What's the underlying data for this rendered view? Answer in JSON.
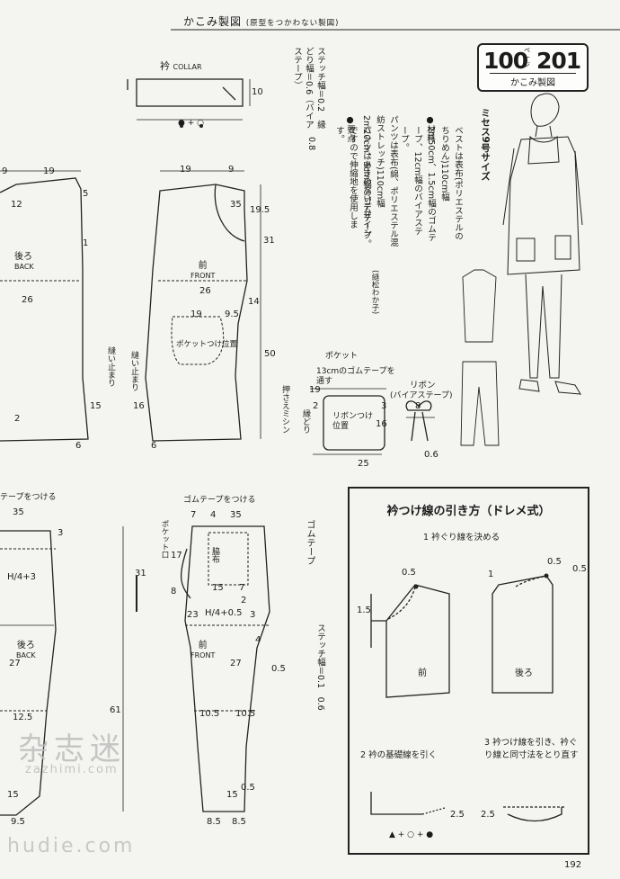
{
  "header": {
    "title": "かこみ製図",
    "subtitle": "(原型をつかわない製図)"
  },
  "badge": {
    "page_ref": "100",
    "page_unit": "ページ",
    "number": "201",
    "caption": "かこみ製図"
  },
  "size_label": "ミセス9号サイズ",
  "materials": {
    "heading": "●材料",
    "vest": "ベストは表布(ポリエステルのちりめん)110cm幅2m50cm、1.5cm幅のゴムテープ、12cm幅のバイアステープ。",
    "pants": "パンツは表布(綿、ポリエステル混紡ストレッチ)110cm幅2m20cm、3cm幅のゴムテープ。",
    "points_heading": "●要点",
    "points": "パンツはあきのないデザインですので伸縮地を使用します。",
    "credit": "(縫松わか子)"
  },
  "collar": {
    "label": "衿",
    "label_en": "COLLAR",
    "stitch_note": "ステッチ幅＝0.2　縁どり幅＝0.6（バイアステープ）",
    "stitch_note_short": "0.8",
    "height": "10",
    "length_marks": "● + ○"
  },
  "vest": {
    "back_label": "後ろ",
    "back_label_en": "BACK",
    "front_label": "前",
    "front_label_en": "FRONT",
    "side_note": "縫い止まり",
    "dims": [
      "9",
      "19",
      "19",
      "9",
      "12",
      "5",
      "35",
      "19.5",
      "1",
      "31",
      "26",
      "26",
      "14",
      "19",
      "9.5",
      "50",
      "15",
      "16",
      "2",
      "6",
      "6"
    ]
  },
  "pocket": {
    "label": "ポケット",
    "label_on_vest": "ポケットつけ位置",
    "elastic_note": "13cmのゴムテープを通す",
    "press_note": "押さえミシン",
    "edge_note": "縁どり",
    "position_note": "リボンつけ位置",
    "dims": [
      "19",
      "2",
      "3",
      "16",
      "25"
    ]
  },
  "ribbon": {
    "label": "リボン",
    "sub": "(バイアステープ)",
    "dims": [
      "8",
      "0.6"
    ]
  },
  "pants": {
    "elastic_label_1": "テープをつける",
    "elastic_label_2": "ゴムテープをつける",
    "back_label": "後ろ",
    "back_label_en": "BACK",
    "front_label": "前",
    "front_label_en": "FRONT",
    "pocket_mouth": "ポケット口",
    "side_label": "脇布",
    "elastic_vertical": "ゴムテープ",
    "stitch_note": "ステッチ幅＝0.1　0.6",
    "dims_back": [
      "35",
      "3",
      "H/4+3",
      "27",
      "12.5",
      "15",
      "9.5"
    ],
    "dims_front": [
      "7",
      "4",
      "35",
      "17",
      "8",
      "15",
      "7",
      "2",
      "23",
      "H/4+0.5",
      "3",
      "4",
      "27",
      "0.5",
      "31",
      "61",
      "10.5",
      "10.5",
      "15",
      "0.5",
      "8.5",
      "8.5"
    ]
  },
  "howto": {
    "title": "衿つけ線の引き方（ドレメ式）",
    "step1": "1 衿ぐり線を決める",
    "step2": "2 衿の基礎線を引く",
    "step3": "3 衿つけ線を引き、衿ぐり線と同寸法をとり直す",
    "front": "前",
    "back": "後ろ",
    "dims": [
      "0.5",
      "1.5",
      "1",
      "0.5",
      "0.5",
      "2.5",
      "2.5"
    ],
    "marks": "▲ + ○ + ●"
  },
  "page_number": "192",
  "watermarks": [
    "杂志迷",
    "zazhimi.com",
    "hudie.com"
  ]
}
